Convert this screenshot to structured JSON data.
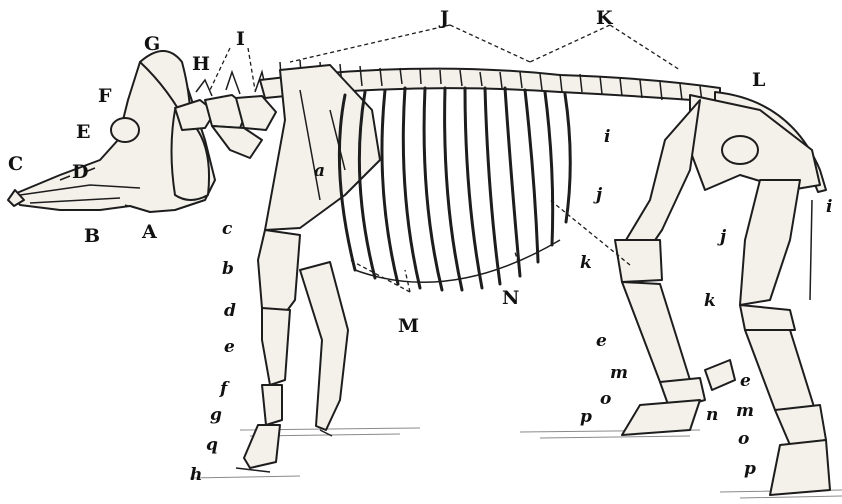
{
  "labels": {
    "A": "A",
    "B": "B",
    "C": "C",
    "D": "D",
    "E": "E",
    "F": "F",
    "G": "G",
    "H": "H",
    "I": "I",
    "J": "J",
    "K": "K",
    "L": "L",
    "M": "M",
    "N": "N",
    "a": "a",
    "b": "b",
    "c": "c",
    "d": "d",
    "e": "e",
    "f": "f",
    "g": "g",
    "h": "h",
    "i": "i",
    "j": "j",
    "k": "k",
    "m": "m",
    "n": "n",
    "o": "o",
    "p": "p",
    "q": "q"
  }
}
